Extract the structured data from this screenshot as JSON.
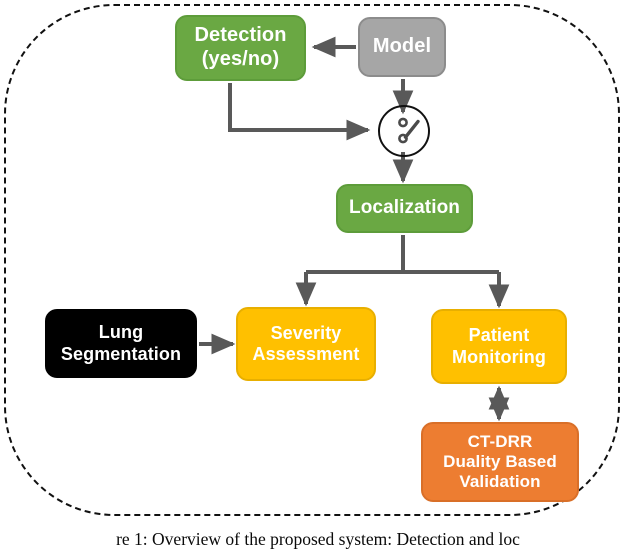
{
  "figure": {
    "caption": "re 1: Overview of the proposed system: Detection and loc",
    "frame": {
      "style": "dashed-rounded-rectangle",
      "border_color": "#111111"
    }
  },
  "palette": {
    "green": "#6AA843",
    "gray": "#A6A6A6",
    "black": "#000000",
    "yellow": "#FFC000",
    "orange": "#ED7D31",
    "connector": "#595959",
    "text_on_fill": "#FFFFFF",
    "background": "#FFFFFF"
  },
  "nodes": [
    {
      "id": "detection",
      "label_lines": [
        "Detection",
        "(yes/no)"
      ],
      "color": "#6AA843",
      "shape": "rounded-rectangle"
    },
    {
      "id": "model",
      "label_lines": [
        "Model"
      ],
      "color": "#A6A6A6",
      "shape": "rounded-rectangle"
    },
    {
      "id": "localization",
      "label_lines": [
        "Localization"
      ],
      "color": "#6AA843",
      "shape": "rounded-rectangle"
    },
    {
      "id": "lung_segmentation",
      "label_lines": [
        "Lung",
        "Segmentation"
      ],
      "color": "#000000",
      "shape": "rounded-rectangle"
    },
    {
      "id": "severity_assessment",
      "label_lines": [
        "Severity",
        "Assessment"
      ],
      "color": "#FFC000",
      "shape": "rounded-rectangle"
    },
    {
      "id": "patient_monitoring",
      "label_lines": [
        "Patient",
        "Monitoring"
      ],
      "color": "#FFC000",
      "shape": "rounded-rectangle"
    },
    {
      "id": "ct_drr",
      "label_lines": [
        "CT-DRR",
        "Duality Based",
        "Validation"
      ],
      "color": "#ED7D31",
      "shape": "rounded-rectangle"
    }
  ],
  "switch": {
    "id": "switch-symbol",
    "type": "open-switch",
    "description": "circle containing an open toggle switch with two contact nodes"
  },
  "edges": [
    {
      "id": "model-to-detection",
      "from": "model",
      "to": "detection",
      "arrow": "single"
    },
    {
      "id": "model-to-switch",
      "from": "model",
      "to": "switch",
      "arrow": "single"
    },
    {
      "id": "detection-to-switch",
      "from": "detection",
      "to": "switch",
      "arrow": "single"
    },
    {
      "id": "switch-to-localization",
      "from": "switch",
      "to": "localization",
      "arrow": "single"
    },
    {
      "id": "localization-to-severity",
      "from": "localization",
      "to": "severity_assessment",
      "arrow": "single"
    },
    {
      "id": "localization-to-patient",
      "from": "localization",
      "to": "patient_monitoring",
      "arrow": "single"
    },
    {
      "id": "lung-to-severity",
      "from": "lung_segmentation",
      "to": "severity_assessment",
      "arrow": "single"
    },
    {
      "id": "patient-to-ctdrr",
      "from": "patient_monitoring",
      "to": "ct_drr",
      "arrow": "double"
    }
  ]
}
